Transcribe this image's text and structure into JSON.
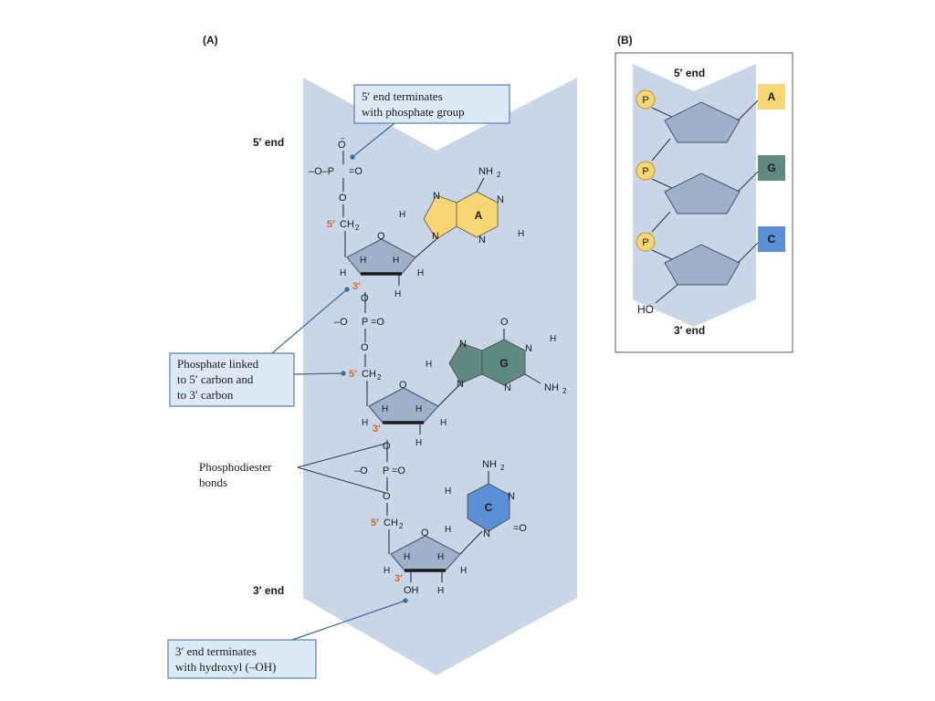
{
  "panel_a": {
    "label": "(A)",
    "five_end": "5′ end",
    "three_end": "3′ end",
    "callouts": {
      "five_prime": [
        "5′ end terminates",
        "with phosphate group"
      ],
      "phosphate_linked": [
        "Phosphate linked",
        "to 5′ carbon and",
        "to 3′ carbon"
      ],
      "phosphodiester": [
        "Phosphodiester",
        "bonds"
      ],
      "three_prime": [
        "3′ end terminates",
        "with hydroxyl (–OH)"
      ]
    },
    "chem": {
      "o_minus": "–O",
      "o_minus_p": "–O–P",
      "eq_o": "=O",
      "o": "O",
      "p": "P",
      "h": "H",
      "n": "N",
      "ch2": "CH",
      "sub2": "2",
      "nh": "NH",
      "oh": "OH",
      "five_c": "5′",
      "three_c": "3′",
      "neg": "–"
    },
    "bases": [
      {
        "letter": "A",
        "color": "#f7d774"
      },
      {
        "letter": "G",
        "color": "#5e8a80"
      },
      {
        "letter": "C",
        "color": "#5b8fd6"
      }
    ]
  },
  "panel_b": {
    "label": "(B)",
    "five_end": "5′ end",
    "three_end": "3′ end",
    "phosphate": "P",
    "hydroxyl": "HO",
    "bases": [
      {
        "letter": "A",
        "color": "#f7d774"
      },
      {
        "letter": "G",
        "color": "#5e8a80"
      },
      {
        "letter": "C",
        "color": "#5b8fd6"
      }
    ]
  },
  "colors": {
    "backbone": "#c8d6e8",
    "sugar": "#9fb0c9",
    "sugar_stroke": "#44546e",
    "callout_fill": "#dce8f5",
    "callout_stroke": "#3a6a9a",
    "phosphate_fill": "#f7d774"
  }
}
